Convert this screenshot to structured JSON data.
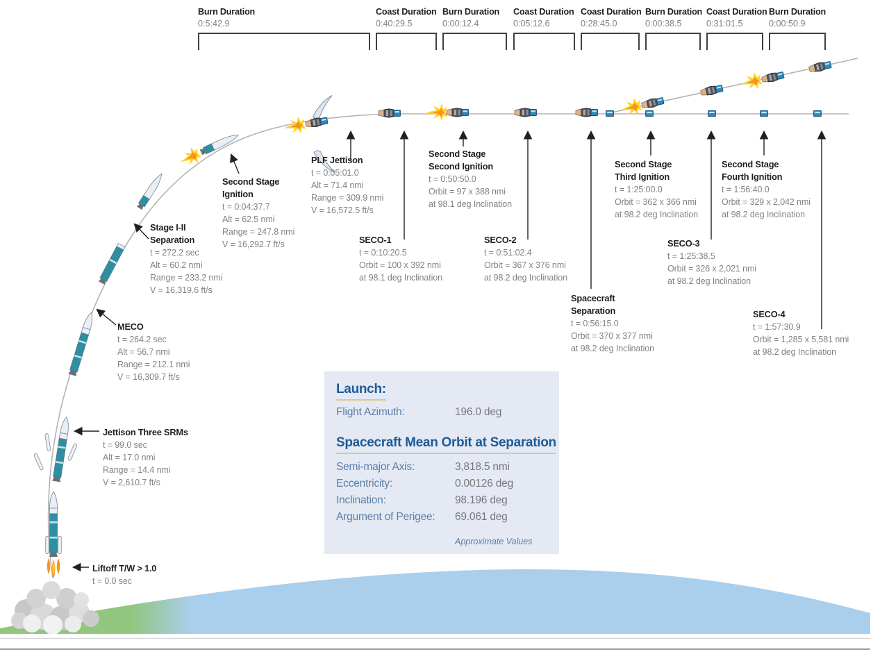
{
  "durations": [
    {
      "label": "Burn Duration",
      "value": "0:5:42.9"
    },
    {
      "label": "Coast Duration",
      "value": "0:40:29.5"
    },
    {
      "label": "Burn Duration",
      "value": "0:00:12.4"
    },
    {
      "label": "Coast Duration",
      "value": "0:05:12.6"
    },
    {
      "label": "Coast Duration",
      "value": "0:28:45.0"
    },
    {
      "label": "Burn Duration",
      "value": "0:00:38.5"
    },
    {
      "label": "Coast Duration",
      "value": "0:31:01.5"
    },
    {
      "label": "Burn Duration",
      "value": "0:00:50.9"
    }
  ],
  "events": [
    {
      "id": "liftoff",
      "title": [
        "Liftoff T/W > 1.0"
      ],
      "lines": [
        "t = 0.0 sec"
      ]
    },
    {
      "id": "jettison-three-srms",
      "title": [
        "Jettison Three SRMs"
      ],
      "lines": [
        "t = 99.0 sec",
        "Alt = 17.0 nmi",
        "Range = 14.4 nmi",
        "V = 2,610.7 ft/s"
      ]
    },
    {
      "id": "meco",
      "title": [
        "MECO"
      ],
      "lines": [
        "t = 264.2 sec",
        "Alt = 56.7 nmi",
        "Range = 212.1 nmi",
        "V = 16,309.7 ft/s"
      ]
    },
    {
      "id": "stage-1-2-separation",
      "title": [
        "Stage I-II",
        "Separation"
      ],
      "lines": [
        "t = 272.2 sec",
        "Alt = 60.2 nmi",
        "Range = 233.2 nmi",
        "V = 16,319.6 ft/s"
      ]
    },
    {
      "id": "second-stage-ignition",
      "title": [
        "Second Stage",
        "Ignition"
      ],
      "lines": [
        "t = 0:04:37.7",
        "Alt = 62.5 nmi",
        "Range = 247.8 nmi",
        "V = 16,292.7 ft/s"
      ]
    },
    {
      "id": "plf-jettison",
      "title": [
        "PLF Jettison"
      ],
      "lines": [
        "t = 0:05:01.0",
        "Alt = 71.4 nmi",
        "Range = 309.9 nmi",
        "V = 16,572.5 ft/s"
      ]
    },
    {
      "id": "seco-1",
      "title": [
        "SECO-1"
      ],
      "lines": [
        "t = 0:10:20.5",
        "Orbit = 100 x 392 nmi",
        "at 98.1 deg Inclination"
      ]
    },
    {
      "id": "second-stage-second-ignition",
      "title": [
        "Second Stage",
        "Second Ignition"
      ],
      "lines": [
        "t = 0:50:50.0",
        "Orbit = 97 x 388 nmi",
        "at 98.1 deg Inclination"
      ]
    },
    {
      "id": "seco-2",
      "title": [
        "SECO-2"
      ],
      "lines": [
        "t = 0:51:02.4",
        "Orbit = 367 x 376 nmi",
        "at 98.2 deg Inclination"
      ]
    },
    {
      "id": "spacecraft-separation",
      "title": [
        "Spacecraft",
        "Separation"
      ],
      "lines": [
        "t = 0:56:15.0",
        "Orbit = 370 x 377 nmi",
        "at 98.2 deg Inclination"
      ]
    },
    {
      "id": "second-stage-third-ignition",
      "title": [
        "Second Stage",
        "Third Ignition"
      ],
      "lines": [
        "t = 1:25:00.0",
        "Orbit = 362 x 366 nmi",
        "at 98.2 deg Inclination"
      ]
    },
    {
      "id": "seco-3",
      "title": [
        "SECO-3"
      ],
      "lines": [
        "t = 1:25:38.5",
        "Orbit = 326 x 2,021 nmi",
        "at 98.2 deg Inclination"
      ]
    },
    {
      "id": "second-stage-fourth-ignition",
      "title": [
        "Second Stage",
        "Fourth Ignition"
      ],
      "lines": [
        "t = 1:56:40.0",
        "Orbit = 329 x 2,042 nmi",
        "at 98.2 deg Inclination"
      ]
    },
    {
      "id": "seco-4",
      "title": [
        "SECO-4"
      ],
      "lines": [
        "t = 1:57:30.9",
        "Orbit = 1,285 x 5,581 nmi",
        "at 98.2 deg Inclination"
      ]
    }
  ],
  "info_box": {
    "launch_heading": "Launch:",
    "launch_rows": [
      {
        "label": "Flight Azimuth:",
        "value": "196.0 deg"
      }
    ],
    "orbit_heading": "Spacecraft Mean Orbit at Separation",
    "orbit_rows": [
      {
        "label": "Semi-major Axis:",
        "value": "3,818.5 nmi"
      },
      {
        "label": "Eccentricity:",
        "value": "0.00126 deg"
      },
      {
        "label": "Inclination:",
        "value": "98.196 deg"
      },
      {
        "label": "Argument of Perigee:",
        "value": "69.061 deg"
      }
    ],
    "footnote": "Approximate Values"
  },
  "icons": {
    "rocket-icon": "teal launch vehicle with white payload fairing and srm boosters",
    "srm-booster-icon": "white solid rocket motor tube",
    "spacecraft-stack-icon": "upper stage with engine nozzle and blue spacecraft box",
    "satellite-box-icon": "small blue spacecraft cube",
    "burn-flame-icon": "yellow-orange engine burn starburst",
    "fairing-half-icon": "jettisoned payload fairing half",
    "smoke-cloud-icon": "launch pad exhaust cloud",
    "earth-horizon": "green-to-blue curved earth surface",
    "flight-path": "gray trajectory curve with orbit split"
  },
  "colors": {
    "rocket_teal": "#2e8fa3",
    "flame_yellow": "#ffd21f",
    "flame_orange": "#f7941d",
    "earth_green": "#92c57e",
    "earth_blue": "#a9cfec",
    "info_box_bg": "#e4e9f3",
    "heading_blue": "#1d5b97",
    "label_blue": "#5a7fa9",
    "text_gray": "#808285",
    "text_black": "#231f20",
    "path_gray": "#b3b3b3"
  }
}
